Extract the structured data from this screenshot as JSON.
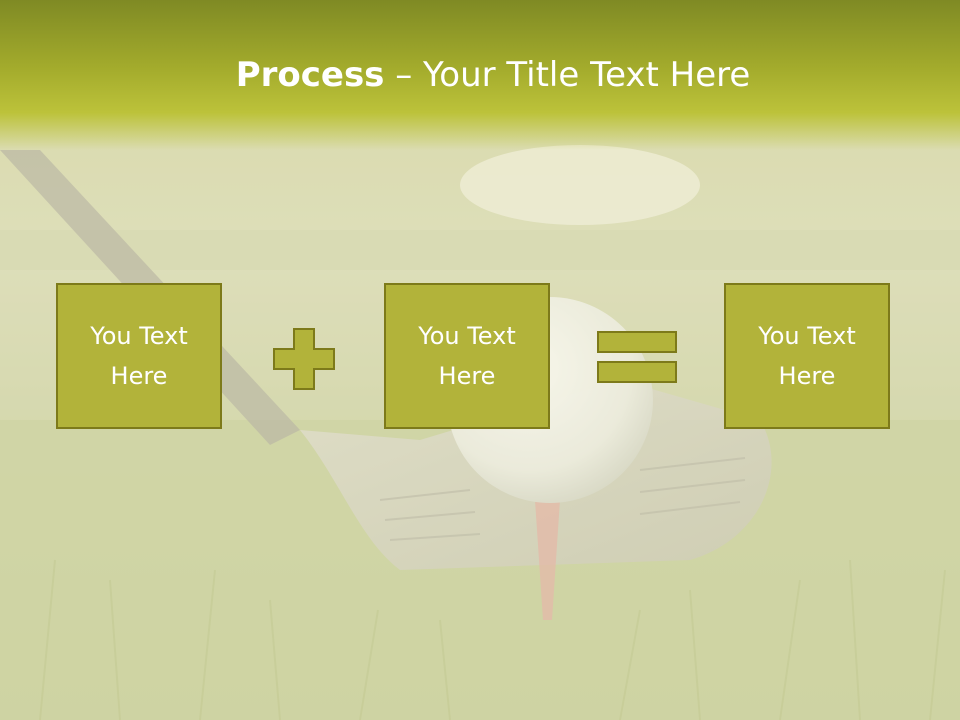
{
  "slide": {
    "title_bold": "Process",
    "title_rest": " – Your Title Text Here"
  },
  "process": {
    "boxes": [
      {
        "label": "You Text\nHere"
      },
      {
        "label": "You Text\nHere"
      },
      {
        "label": "You Text\nHere"
      }
    ],
    "operators": [
      "plus-icon",
      "equals-icon"
    ]
  },
  "colors": {
    "box_fill": "#b2b33a",
    "box_border": "#7d7a1a",
    "title_band": "#a3ab2c",
    "text": "#ffffff"
  }
}
